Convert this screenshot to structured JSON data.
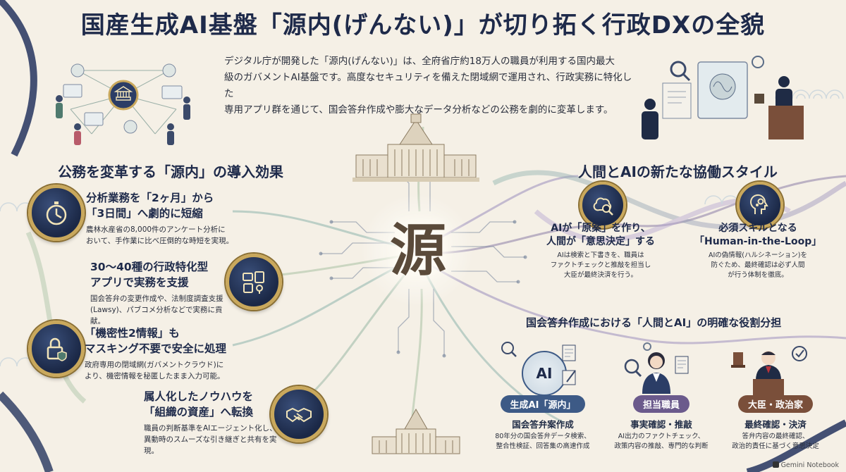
{
  "title": "国産生成AI基盤「源内(げんない)」が切り拓く行政DXの全貌",
  "intro": [
    "デジタル庁が開発した「源内(げんない)」は、全府省庁約18万人の職員が利用する国内最大",
    "級のガバメントAI基盤です。高度なセキュリティを備えた閉域網で運用され、行政実務に特化した",
    "専用アプリ群を通じて、国会答弁作成や膨大なデータ分析などの公務を劇的に変革します。"
  ],
  "center_char": "源",
  "left_section": {
    "heading": "公務を変革する「源内」の導入効果",
    "items": [
      {
        "title": [
          "分析業務を「2ヶ月」から",
          "「3日間」へ劇的に短縮"
        ],
        "desc": [
          "農林水産省の8,000件のアンケート分析に",
          "おいて、手作業に比べ圧倒的な時短を実現。"
        ],
        "icon": "stopwatch-icon"
      },
      {
        "title": [
          "30〜40種の行政特化型",
          "アプリで実務を支援"
        ],
        "desc": [
          "国会答弁の変更作成や、法制度調査支援",
          "(Lawsy)、パブコメ分析などで実務に貢献。"
        ],
        "icon": "apps-icon"
      },
      {
        "title": [
          "「機密性2情報」も",
          "マスキング不要で安全に処理"
        ],
        "desc": [
          "政府専用の閉域網(ガバメントクラウド)に",
          "より、機密情報を秘匿したまま入力可能。"
        ],
        "icon": "lock-shield-icon"
      },
      {
        "title": [
          "属人化したノウハウを",
          "「組織の資産」へ転換"
        ],
        "desc": [
          "職員の判断基準をAIエージェント化し、",
          "異動時のスムーズな引き継ぎと共有を実現。"
        ],
        "icon": "handshake-icon"
      }
    ]
  },
  "right_section": {
    "heading": "人間とAIの新たな協働スタイル",
    "items": [
      {
        "title": [
          "AIが「原案」を作り、",
          "人間が「意思決定」する"
        ],
        "desc": [
          "AIは検索と下書きを、職員は",
          "ファクトチェックと推敲を担当し",
          "大臣が最終決済を行う。"
        ]
      },
      {
        "title": [
          "必須スキルとなる",
          "「Human-in-the-Loop」"
        ],
        "desc": [
          "AIの偽情報(ハルシネーション)を",
          "防ぐため、最終確認は必ず人間",
          "が行う体制を徹底。"
        ]
      }
    ]
  },
  "roles_section": {
    "heading": "国会答弁作成における「人間とAI」の明確な役割分担",
    "roles": [
      {
        "label": "生成AI「源内」",
        "task": "国会答弁案作成",
        "desc": [
          "80年分の国会答弁データ検索、",
          "整合性検証、回答集の高速作成"
        ],
        "color": "#3d5a86"
      },
      {
        "label": "担当職員",
        "task": "事実確認・推敲",
        "desc": [
          "AI出力のファクトチェック、",
          "政策内容の推敲、専門的な判断"
        ],
        "color": "#6b5a8c"
      },
      {
        "label": "大臣・政治家",
        "task": "最終確認・決済",
        "desc": [
          "答弁内容の最終確認、",
          "政治的責任に基づく意思決定"
        ],
        "color": "#7a4f3a"
      }
    ],
    "ai_badge": "AI"
  },
  "credit": "Gemini Notebook",
  "colors": {
    "navy": "#1e2a4a",
    "gold": "#c9a85c",
    "teal": "#7fa3a0",
    "purple": "#8d7fa8",
    "bg": "#f5f0e6"
  }
}
